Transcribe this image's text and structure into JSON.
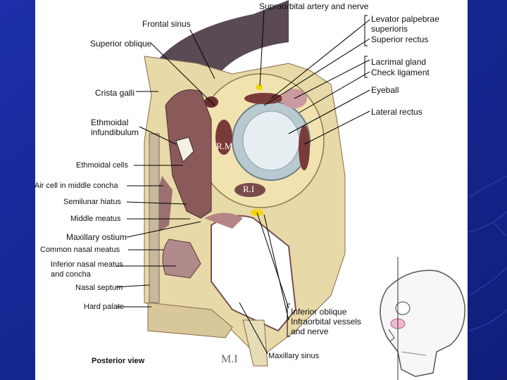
{
  "labels": {
    "supraorbital": "Supraorbital artery and nerve",
    "frontal_sinus": "Frontal sinus",
    "superior_oblique": "Superior oblique",
    "levator": "Levator palpebrae",
    "levator2": "superioris",
    "superior_rectus": "Superior rectus",
    "lacrimal_gland": "Lacrimal gland",
    "check_ligament": "Check ligament",
    "crista_galli": "Crista galli",
    "eyeball": "Eyeball",
    "lateral_rectus": "Lateral rectus",
    "ethmoidal": "Ethmoidal",
    "infundibulum": "infundibulum",
    "ethmoidal_cells": "Ethmoidal cells",
    "air_cell": "Air cell in middle concha",
    "semilunar": "Semilunar hiatus",
    "middle_meatus": "Middle meatus",
    "maxillary_ostium": "Maxillary ostium",
    "common_nasal": "Common nasal meatus",
    "inferior_nasal": "Inferior nasal meatus",
    "and_concha": "and concha",
    "nasal_septum": "Nasal septum",
    "hard_palate": "Hard palate",
    "inferior_oblique": "Inferior oblique",
    "infraorbital": "Infraorbital vessels",
    "and_nerve": "and nerve",
    "maxillary_sinus": "Maxillary sinus",
    "posterior_view": "Posterior view"
  },
  "marks": {
    "rm": "R.M",
    "ri": "R.I",
    "mi": "M.I"
  },
  "colors": {
    "slide_bg": "#1a2a9a",
    "bone": "#e8d9a8",
    "mucosa": "#8a5a5a",
    "eyeball": "#dfe9ee",
    "fat": "#f1e3b0"
  }
}
